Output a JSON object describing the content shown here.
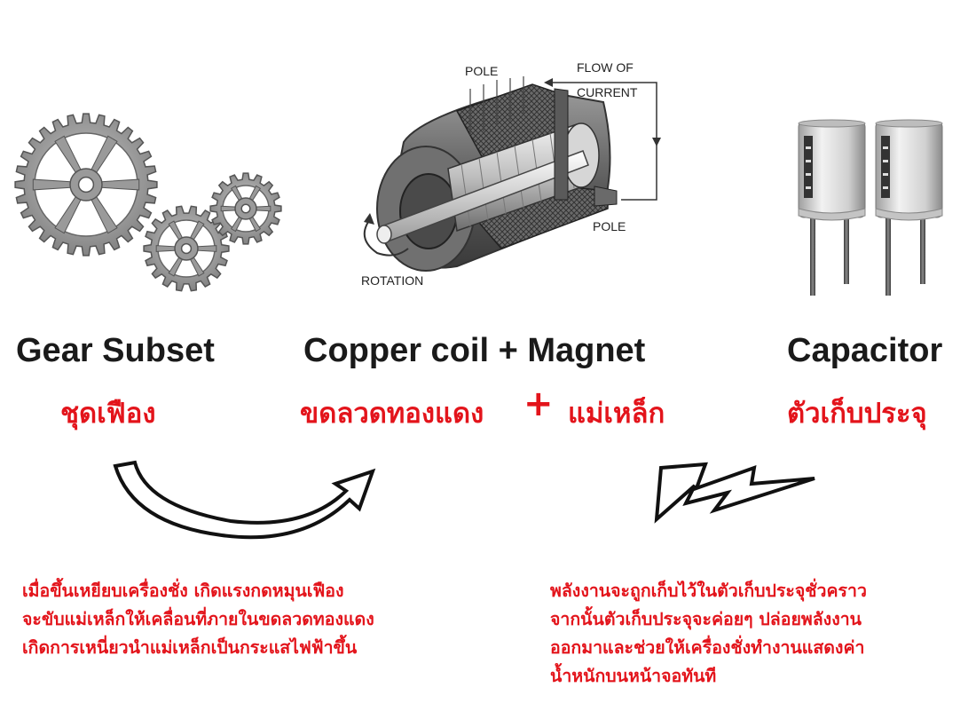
{
  "columns": [
    {
      "title": "Gear Subset",
      "subtitle": "ชุดเฟือง",
      "image_icon": "gears-icon"
    },
    {
      "title": "Copper coil + Magnet",
      "subtitle_left": "ขดลวดทองแดง",
      "plus": "+",
      "subtitle_right": "แม่เหล็ก",
      "image_icon": "motor-cutaway-icon"
    },
    {
      "title": "Capacitor",
      "subtitle": "ตัวเก็บประจุ",
      "image_icon": "capacitor-icon"
    }
  ],
  "motor_labels": {
    "pole_top": "POLE",
    "flow_1": "FLOW OF",
    "flow_2": "CURRENT",
    "pole_bottom": "POLE",
    "rotation": "ROTATION"
  },
  "descriptions": {
    "left": [
      "เมื่อขึ้นเหยียบเครื่องชั่ง เกิดแรงกดหมุนเฟือง",
      "จะขับแม่เหล็กให้เคลื่อนที่ภายในขดลวดทองแดง",
      "เกิดการเหนี่ยวนำแม่เหล็กเป็นกระแสไฟฟ้าขึ้น"
    ],
    "right": [
      "พลังงานจะถูกเก็บไว้ในตัวเก็บประจุชั่วคราว",
      "จากนั้นตัวเก็บประจุจะค่อยๆ ปล่อยพลังงาน",
      "ออกมาและช่วยให้เครื่องชั่งทำงานแสดงค่า",
      "น้ำหนักบนหน้าจอทันที"
    ]
  },
  "colors": {
    "accent": "#e3141b",
    "title": "#1a1a1a",
    "metal": "#8f8f8f"
  }
}
